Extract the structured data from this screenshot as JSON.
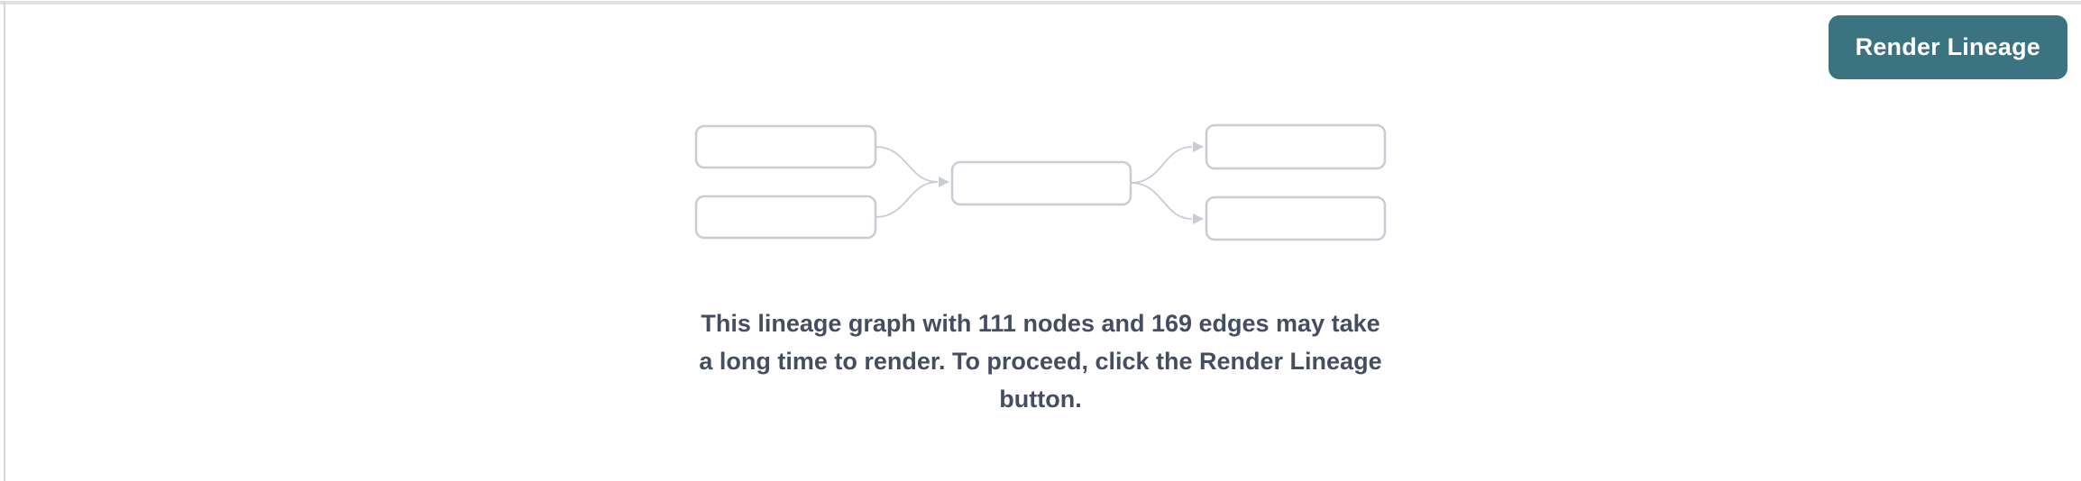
{
  "toolbar": {
    "render_button_label": "Render Lineage"
  },
  "empty_state": {
    "message": "This lineage graph with 111 nodes and 169 edges may take a long time to render. To proceed, click the Render Lineage button.",
    "node_count": "111",
    "edge_count": "169"
  },
  "illustration": {
    "description": "lineage-graph-placeholder",
    "node_boxes": 5,
    "arrows": 4
  },
  "colors": {
    "accent-teal": "#3C7380",
    "outline-gray": "#C8CCD4",
    "message-text": "#454E61",
    "top-border": "#E1E1E4",
    "left-border": "#D6D6DA",
    "background": "#FFFFFF"
  }
}
